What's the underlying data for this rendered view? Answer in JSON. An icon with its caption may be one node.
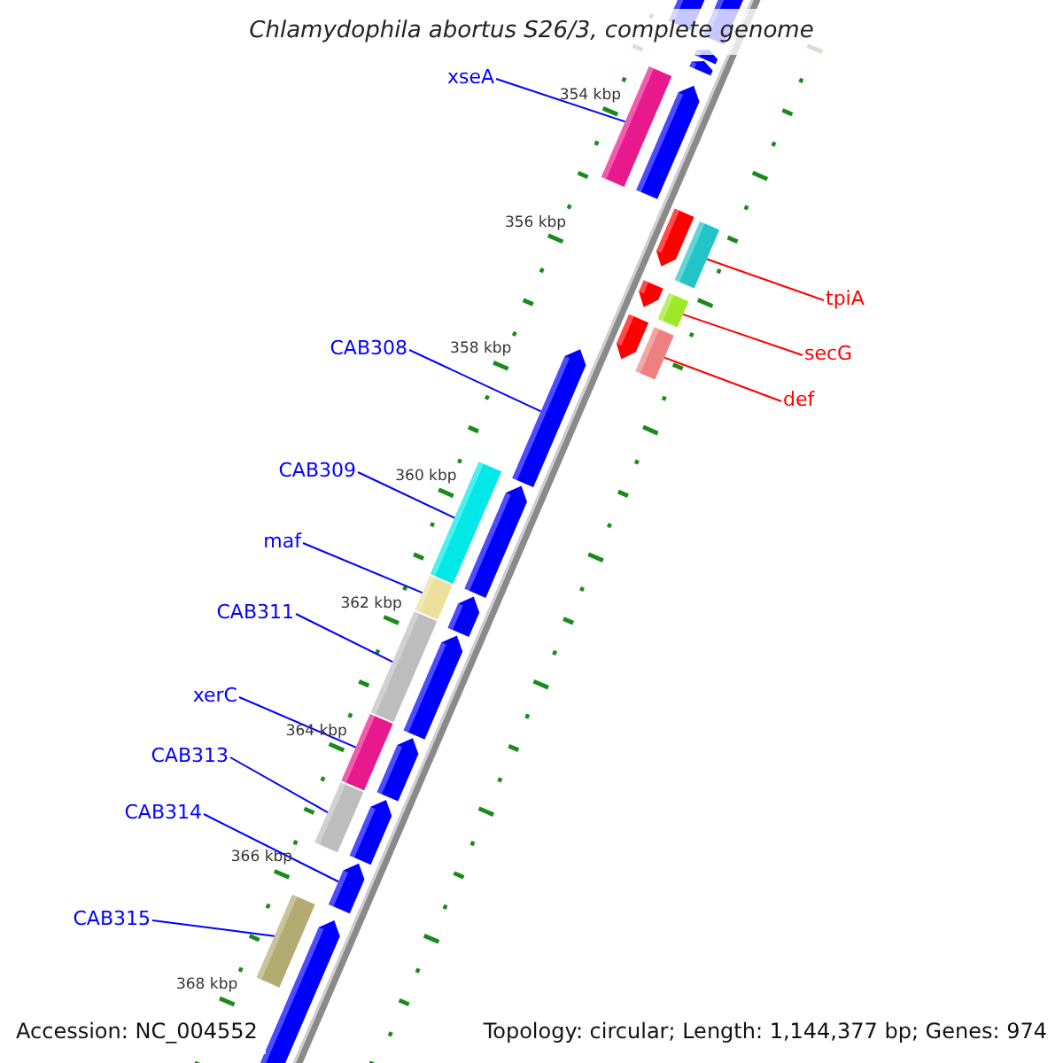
{
  "diagram": {
    "title": "Chlamydophila abortus S26/3, complete genome",
    "nodes": [
      {
        "text": [
          "xseA"
        ]
      },
      {
        "text": [
          "CAB308"
        ]
      },
      {
        "text": [
          "CAB309"
        ]
      },
      {
        "text": [
          "maf"
        ]
      },
      {
        "text": [
          "CAB311"
        ]
      },
      {
        "text": [
          "xerC"
        ]
      },
      {
        "text": [
          "CAB313"
        ]
      },
      {
        "text": [
          "CAB314"
        ]
      },
      {
        "text": [
          "CAB315"
        ]
      },
      {
        "text": [
          "tpiA"
        ]
      },
      {
        "text": [
          "secG"
        ]
      },
      {
        "text": [
          "def"
        ]
      },
      {
        "text": [],
        "shape": "bar"
      },
      {
        "text": [],
        "shape": "arrow"
      },
      {
        "text": [],
        "shape": "bar"
      },
      {
        "text": [],
        "shape": "bar"
      },
      {
        "text": [],
        "shape": "bar"
      },
      {
        "text": [],
        "shape": "bar"
      },
      {
        "text": [],
        "shape": "bar"
      },
      {
        "text": [],
        "shape": "arrow"
      },
      {
        "text": [],
        "shape": "bar"
      },
      {
        "text": [],
        "shape": "bar"
      },
      {
        "text": [],
        "shape": "bar"
      },
      {
        "text": [],
        "shape": "bar"
      }
    ],
    "edges": [
      {
        "from": 0,
        "to": 12,
        "arrow": "none"
      },
      {
        "from": 1,
        "to": 13,
        "arrow": "none"
      },
      {
        "from": 2,
        "to": 14,
        "arrow": "none"
      },
      {
        "from": 3,
        "to": 15,
        "arrow": "none"
      },
      {
        "from": 4,
        "to": 16,
        "arrow": "none"
      },
      {
        "from": 5,
        "to": 17,
        "arrow": "none"
      },
      {
        "from": 6,
        "to": 18,
        "arrow": "none"
      },
      {
        "from": 7,
        "to": 19,
        "arrow": "none"
      },
      {
        "from": 8,
        "to": 20,
        "arrow": "none"
      },
      {
        "from": 9,
        "to": 21,
        "arrow": "none",
        "color": "#ff0000"
      },
      {
        "from": 10,
        "to": 22,
        "arrow": "none",
        "color": "#ff0000"
      },
      {
        "from": 11,
        "to": 23,
        "arrow": "none",
        "color": "#ff0000"
      }
    ],
    "labels": [
      "354 kbp",
      "356 kbp",
      "358 kbp",
      "360 kbp",
      "362 kbp",
      "364 kbp",
      "366 kbp",
      "368 kbp",
      "Accession: NC_004552",
      "Topology: circular; Length: 1,144,377 bp; Genes: 974"
    ]
  }
}
